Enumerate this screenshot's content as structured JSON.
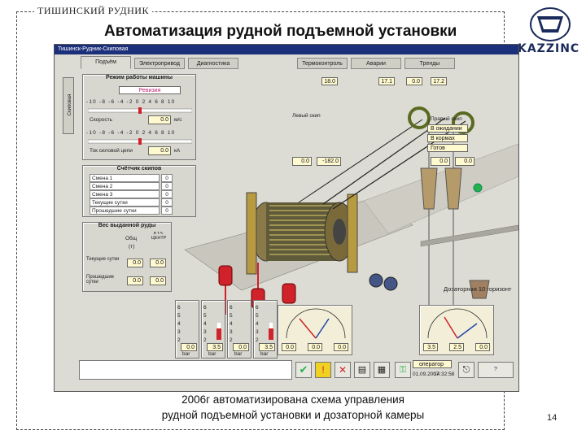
{
  "slide": {
    "mine_name": "ТИШИНСКИЙ РУДНИК",
    "title": "Автоматизация рудной подъемной установки",
    "logo_text": "KAZZINC",
    "caption_line1": "2006г автоматизирована схема управления",
    "caption_line2": "рудной подъемной установки и дозаторной камеры",
    "page_number": "14"
  },
  "window": {
    "title": "Тишинск-Рудник-Скиповая",
    "side_tab": "Скиповая"
  },
  "tabs": [
    "Подъём",
    "Электропривод",
    "Диагностика",
    "Термоконтроль",
    "Аварии",
    "Тренды"
  ],
  "mode_panel": {
    "title": "Режим работы машины",
    "mode_value": "Ревизия",
    "scale": "-10 -8 -6 -4 -2 0 2 4 6 8 10",
    "speed_label": "Скорость",
    "speed_value": "0.0",
    "speed_unit": "м/с",
    "current_label": "Ток силовой цепи",
    "current_value": "0.0",
    "current_unit": "кА"
  },
  "counter_panel": {
    "title": "Счётчик скипов",
    "rows": [
      {
        "label": "Смена 1",
        "value": "0"
      },
      {
        "label": "Смена 2",
        "value": "0"
      },
      {
        "label": "Смена 3",
        "value": "0"
      },
      {
        "label": "Текущие сутки",
        "value": "0"
      },
      {
        "label": "Прошедшие сутки",
        "value": "0"
      }
    ]
  },
  "ore_panel": {
    "title": "Вес выданной руды",
    "col_total": "Общ",
    "col_unit": "(т)",
    "col_center": "в т.ч. ЦЕНТР",
    "rows": [
      {
        "label": "Текущие сутки",
        "total": "0.0",
        "center": "0.0"
      },
      {
        "label": "Прошедшие сутки",
        "total": "0.0",
        "center": "0.0"
      }
    ]
  },
  "skips": {
    "left_label": "Левый скип",
    "right_label": "Правый скип",
    "left_pos_a": "0.0",
    "left_pos_b": "-182.0",
    "right_pos_a": "0.0",
    "right_pos_b": "0.0",
    "top_left_value": "18.0",
    "top_mid_value": "17.1",
    "top_mid2_value": "0.0",
    "top_right_value": "17.2",
    "right_state_1": "В ожидании",
    "right_state_2": "В кормах",
    "right_state_3": "Готов"
  },
  "gauges": [
    {
      "values": [
        "6",
        "5",
        "4",
        "3",
        "2"
      ],
      "reading": "0.0",
      "unit": "bar"
    },
    {
      "values": [
        "6",
        "5",
        "4",
        "3",
        "2"
      ],
      "reading": "3.5",
      "unit": "bar"
    },
    {
      "values": [
        "6",
        "5",
        "4",
        "3",
        "2"
      ],
      "reading": "0.0",
      "unit": "bar"
    },
    {
      "values": [
        "6",
        "5",
        "4",
        "3",
        "2"
      ],
      "reading": "3.5",
      "unit": "bar"
    }
  ],
  "dosing": {
    "label": "Дозаторная 10 горизонт",
    "left_readings": [
      "0.0",
      "0.0",
      "0.0"
    ],
    "right_readings": [
      "3.5",
      "2.5",
      "0.0"
    ]
  },
  "footer": {
    "user": "оператор",
    "date": "01.09.2007",
    "time": "14:32:58"
  },
  "colors": {
    "title_bar": "#1c2f7a",
    "mode_text": "#c0267a",
    "lcd_bg": "#fff9d0",
    "status_green": "#22b14c",
    "pipe_red": "#d0222a"
  }
}
